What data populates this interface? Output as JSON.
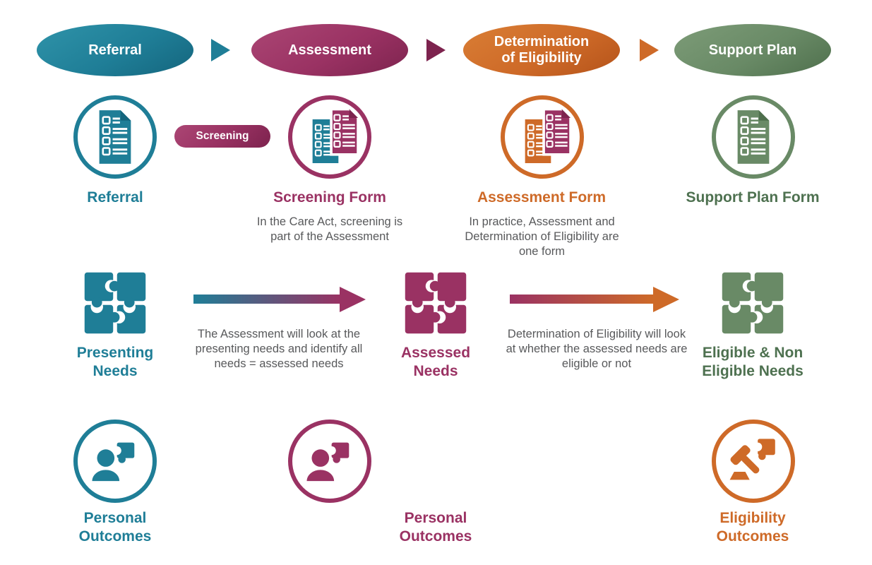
{
  "palette": {
    "teal": "#1f7e97",
    "teal_dark": "#14657d",
    "teal_light": "#2f93a9",
    "purple": "#9a3263",
    "purple_dark": "#7d234e",
    "purple_light": "#ab4674",
    "orange": "#ce6a28",
    "orange_dark": "#b4531a",
    "orange_light": "#d97e35",
    "green": "#698a66",
    "green_dark": "#4e6f4c",
    "green_light": "#7d9c78",
    "green_text": "#4e7150",
    "text_gray": "#58595b",
    "white": "#ffffff"
  },
  "stages": [
    {
      "label": "Referral",
      "color": "#1f7e97"
    },
    {
      "label": "Assessment",
      "color": "#9a3263"
    },
    {
      "label": "Determination of Eligibility",
      "color": "#ce6a28"
    },
    {
      "label": "Support Plan",
      "color": "#698a66"
    }
  ],
  "forms_row": {
    "referral_label": "Referral",
    "screening_badge": "Screening",
    "screening_form_label": "Screening Form",
    "screening_note": "In the Care Act, screening is part of the Assessment",
    "assessment_form_label": "Assessment Form",
    "assessment_note": "In practice, Assessment and Determination of Eligibility are one form",
    "support_plan_form_label": "Support Plan Form"
  },
  "needs_row": {
    "presenting_label": "Presenting Needs",
    "arrow1_caption": "The Assessment will look at the presenting needs and identify all needs = assessed needs",
    "assessed_label": "Assessed Needs",
    "arrow2_caption": "Determination of Eligibility will look at whether the assessed needs are eligible or not",
    "eligible_label": "Eligible & Non Eligible Needs"
  },
  "outcomes_row": {
    "personal_outcomes_1": "Personal Outcomes",
    "personal_outcomes_2": "Personal Outcomes",
    "eligibility_outcomes": "Eligibility Outcomes"
  }
}
